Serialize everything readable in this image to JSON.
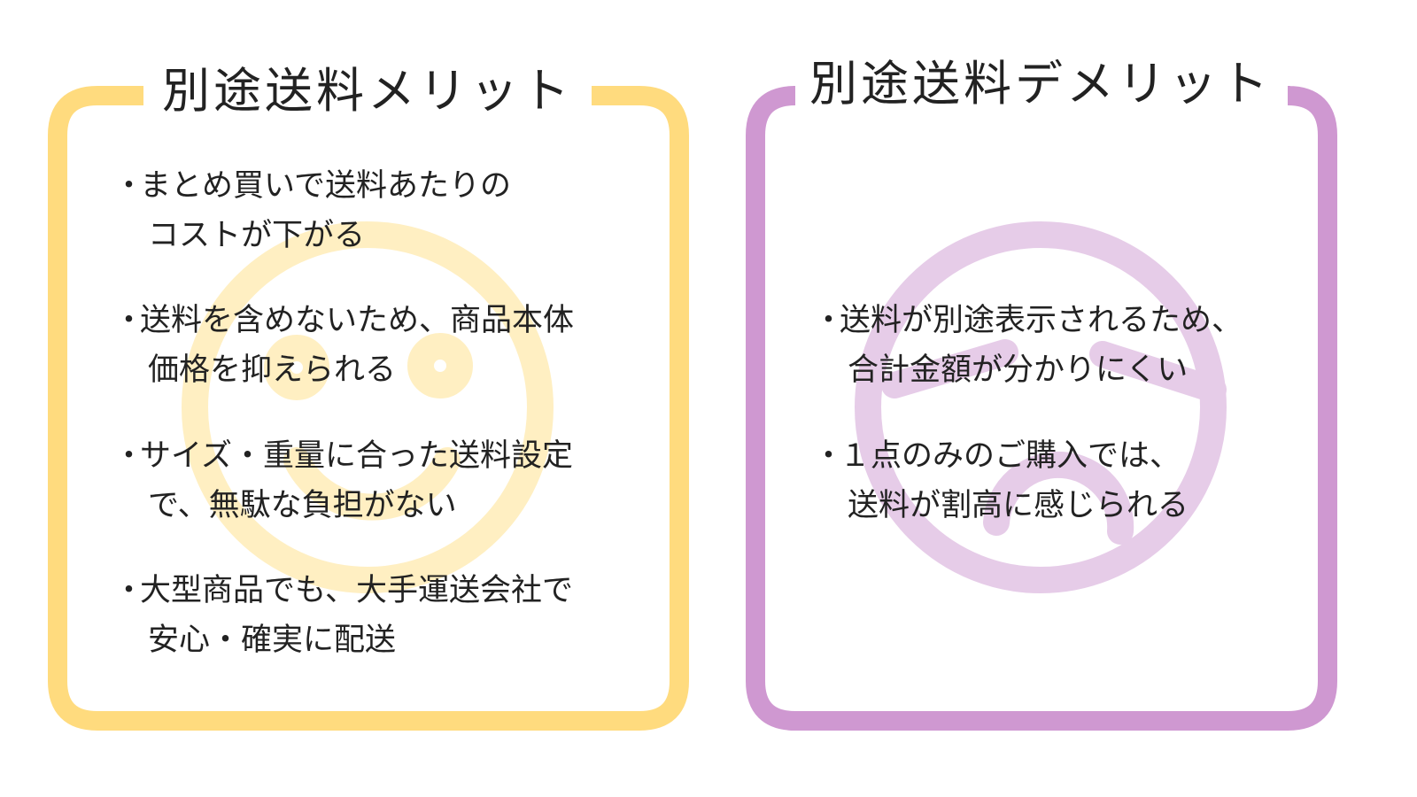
{
  "colors": {
    "merit": "#FFDB7E",
    "merit_face": "#FFEFC2",
    "demerit": "#CF98D1",
    "demerit_face": "#E6CCE8",
    "text": "#222222"
  },
  "merit": {
    "title": "別途送料メリット",
    "bullet": "・",
    "items": [
      {
        "line1": "まとめ買いで送料あたりの",
        "line2": "コストが下がる"
      },
      {
        "line1": "送料を含めないため、商品本体",
        "line2": "価格を抑えられる"
      },
      {
        "line1": "サイズ・重量に合った送料設定",
        "line2": "で、無駄な負担がない"
      },
      {
        "line1": "大型商品でも、大手運送会社で",
        "line2": "安心・確実に配送"
      }
    ]
  },
  "demerit": {
    "title": "別途送料デメリット",
    "bullet": "・",
    "items": [
      {
        "line1": "送料が別途表示されるため、",
        "line2": "合計金額が分かりにくい"
      },
      {
        "line1": "１点のみのご購入では、",
        "line2": "送料が割高に感じられる"
      }
    ]
  }
}
